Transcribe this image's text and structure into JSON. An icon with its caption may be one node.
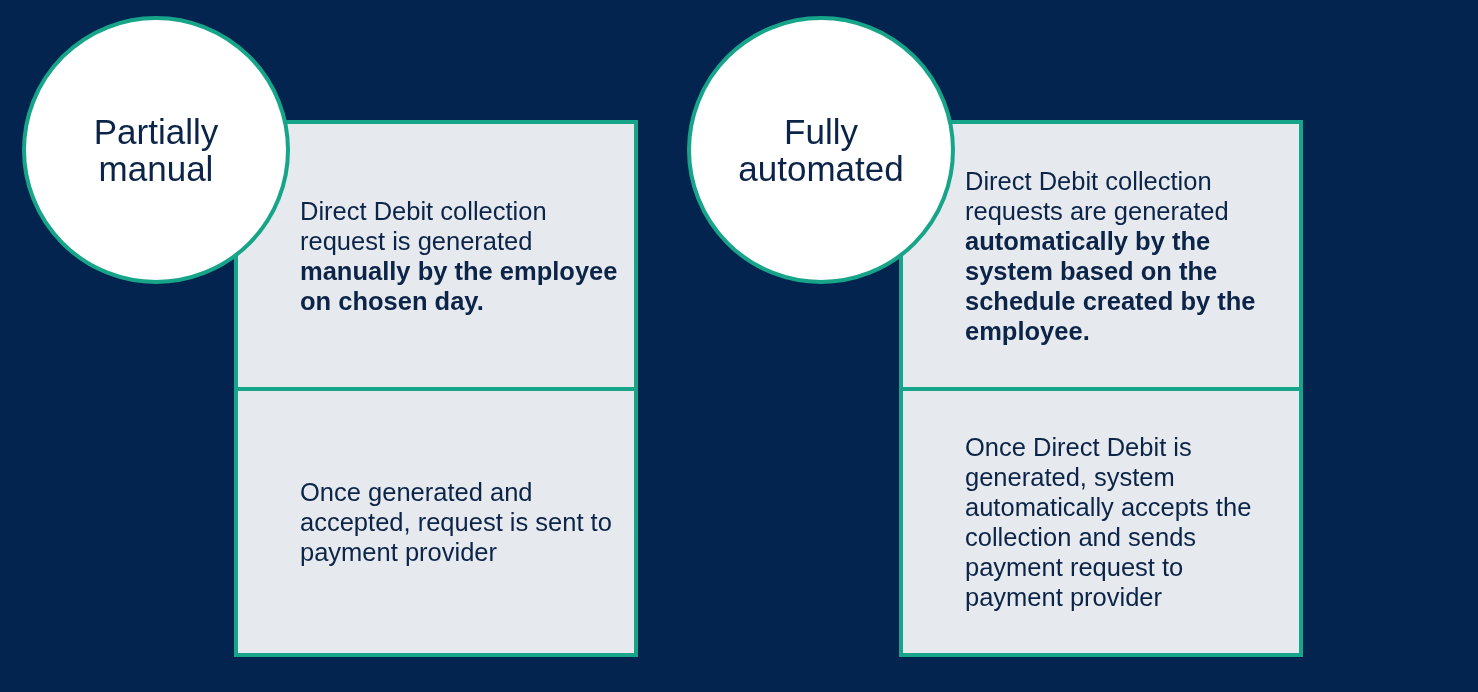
{
  "diagram": {
    "nodes": [
      {
        "text": [
          "Partially manual"
        ]
      },
      {
        "text": [
          "Direct Debit collection request is generated **manually by the employee on chosen day.**"
        ]
      },
      {
        "text": [
          "Once generated and accepted, request is sent to payment provider"
        ]
      },
      {
        "text": [
          "Fully automated"
        ]
      },
      {
        "text": [
          "Direct Debit collection requests are generated **automatically by the system based on the schedule created by the employee.**"
        ]
      },
      {
        "text": [
          "Once Direct Debit is generated, system automatically accepts the collection and sends payment request to payment provider"
        ]
      }
    ]
  }
}
